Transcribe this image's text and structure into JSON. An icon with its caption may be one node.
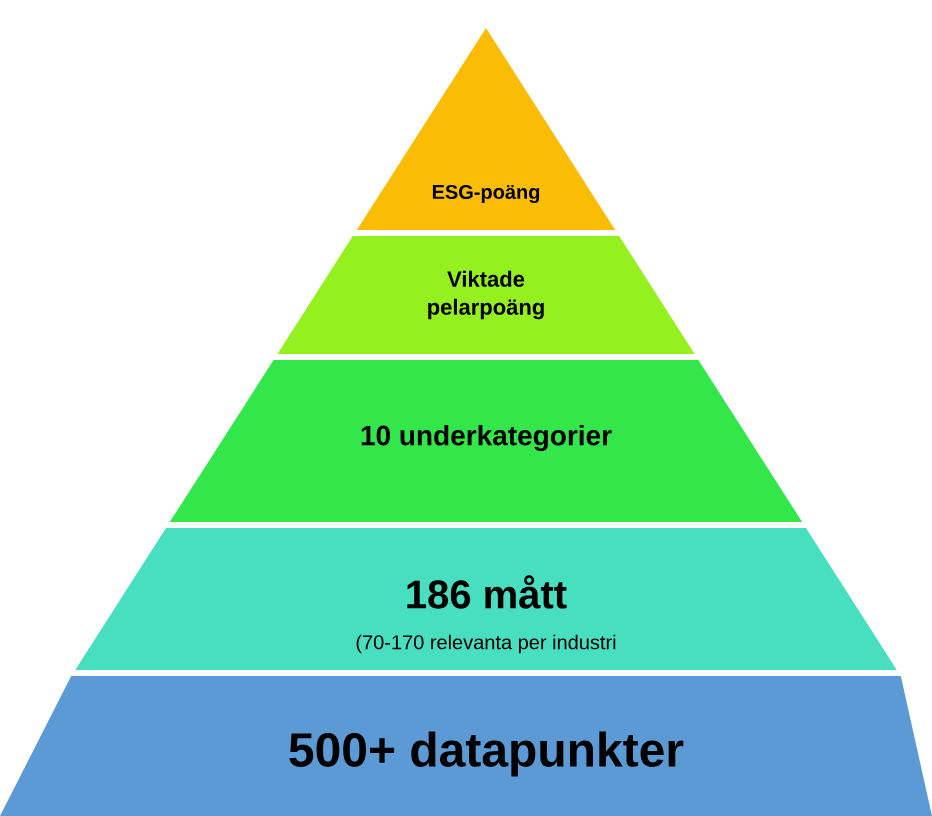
{
  "diagram": {
    "nodes": [
      {
        "text": [
          "ESG-poäng"
        ]
      },
      {
        "text": [
          "Viktade pelarpoäng"
        ]
      },
      {
        "text": [
          "10 underkategorier"
        ]
      },
      {
        "text": [
          "186 mått",
          "(70-170 relevanta per industri"
        ]
      },
      {
        "text": [
          "500+ datapunkter"
        ]
      }
    ]
  }
}
